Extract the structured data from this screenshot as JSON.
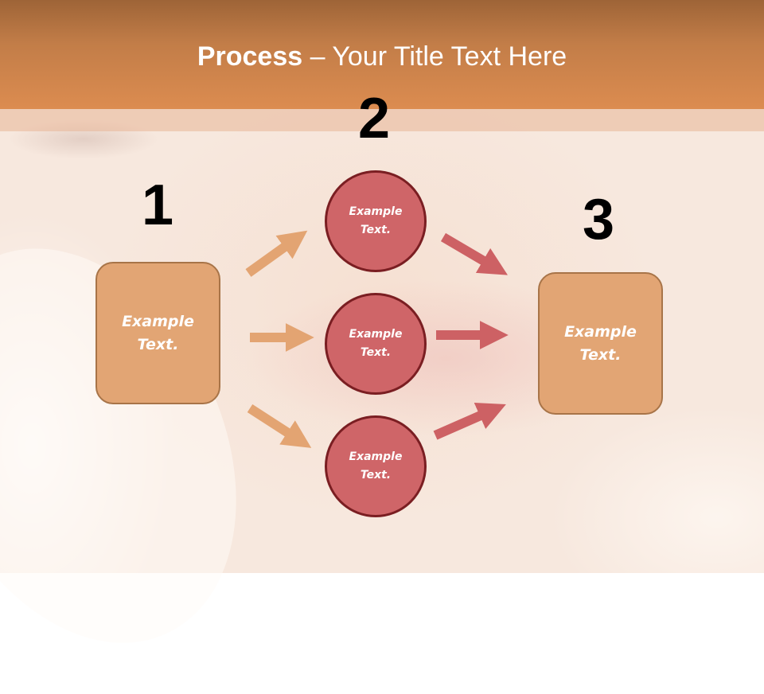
{
  "slide": {
    "title_bold": "Process",
    "title_rest": " – Your Title Text Here"
  },
  "steps": {
    "step1": {
      "number": "1",
      "label_line1": "Example",
      "label_line2": "Text."
    },
    "step2": {
      "number": "2",
      "circles": [
        {
          "label_line1": "Example",
          "label_line2": "Text."
        },
        {
          "label_line1": "Example",
          "label_line2": "Text."
        },
        {
          "label_line1": "Example",
          "label_line2": "Text."
        }
      ]
    },
    "step3": {
      "number": "3",
      "label_line1": "Example",
      "label_line2": "Text."
    }
  },
  "colors": {
    "header": "#d0884e",
    "box_fill": "#e2a574",
    "box_border": "#a87448",
    "circle_fill": "#cf6568",
    "circle_border": "#7a1e22",
    "orange_arrow": "#e3a472",
    "red_arrow": "#cd6164"
  }
}
